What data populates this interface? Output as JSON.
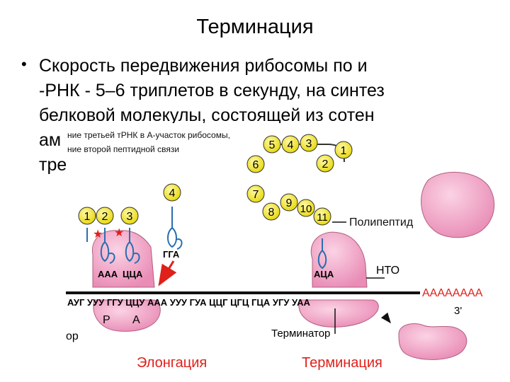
{
  "slide": {
    "title": "Терминация",
    "bullet": "•",
    "lines": [
      "Скорость передвижения рибосомы по и",
      "-РНК - 5–6 триплетов в секунду, на синтез",
      "белковой молекулы, состоящей из сотен",
      "ам",
      "тре"
    ]
  },
  "figure": {
    "caption_lines": [
      "ние третьей тРНК в А-участок рибосомы,",
      "ние второй пептидной связи"
    ],
    "beads_left": [
      "1",
      "2",
      "3"
    ],
    "bead_free": "4",
    "chain_beads": [
      "5",
      "4",
      "3",
      "2",
      "1",
      "6",
      "7",
      "8",
      "9",
      "10",
      "11"
    ],
    "anticodons": [
      "ААА",
      "ЦЦА",
      "ГГА",
      "АЦА"
    ],
    "mrna": "АУГ УУУ ГГУ ЦЦУ ААА УУУ ГУА ЦЦГ ЦГЦ ГЦА УГУ УАА",
    "polya": "AAAAAAAA",
    "three_prime": "3'",
    "site_p": "Р",
    "site_a": "А",
    "label_polypeptide": "Полипептид",
    "label_hto": "НТО",
    "label_terminator": "Терминатор",
    "label_left_cut": "ор",
    "label_elongation": "Элонгация",
    "label_termination": "Терминация",
    "colors": {
      "ribosome": "#f2a7c8",
      "bead": "#f5ec3a",
      "accent_red": "#e0201a",
      "trna": "#2a6fb0"
    }
  }
}
